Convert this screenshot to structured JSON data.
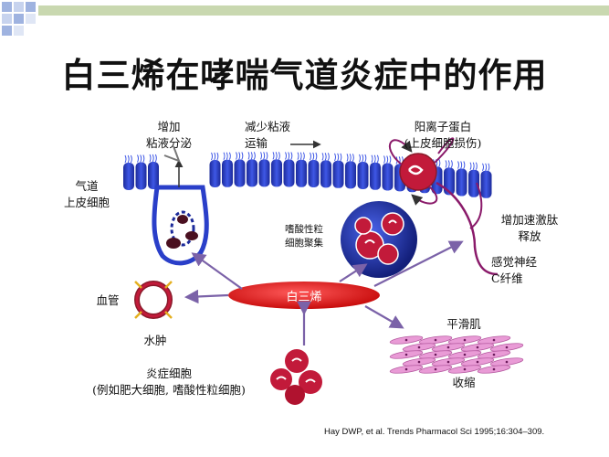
{
  "title": "白三烯在哮喘气道炎症中的作用",
  "center_label": "白三烯",
  "labels": {
    "mucus_secretion": [
      "增加",
      "粘液分泌"
    ],
    "mucus_transport": [
      "减少粘液",
      "运输"
    ],
    "cationic_protein": [
      "阳离子蛋白",
      "(上皮细胞损伤)"
    ],
    "airway_epithelium": [
      "气道",
      "上皮细胞"
    ],
    "eosinophil_agg": [
      "嗜酸性粒",
      "细胞聚集"
    ],
    "tachykinin": [
      "增加速激肽",
      "释放"
    ],
    "sensory_nerve": [
      "感觉神经",
      "C纤维"
    ],
    "blood_vessel": "血管",
    "edema": "水肿",
    "smooth_muscle": "平滑肌",
    "contraction": "收缩",
    "inflammatory_cells": [
      "炎症细胞",
      "(例如肥大细胞, 嗜酸性粒细胞)"
    ]
  },
  "citation": "Hay DWP, et al.  Trends Pharmacol Sci 1995;16:304–309.",
  "colors": {
    "header_band": "#c9d8b0",
    "epithelium": "#2a3fc9",
    "center_lens": "#e01818",
    "cells": "#c21a3a",
    "nerve": "#8a1a6a",
    "muscle": "#e99bd6",
    "arrows": "#7b62a8"
  }
}
